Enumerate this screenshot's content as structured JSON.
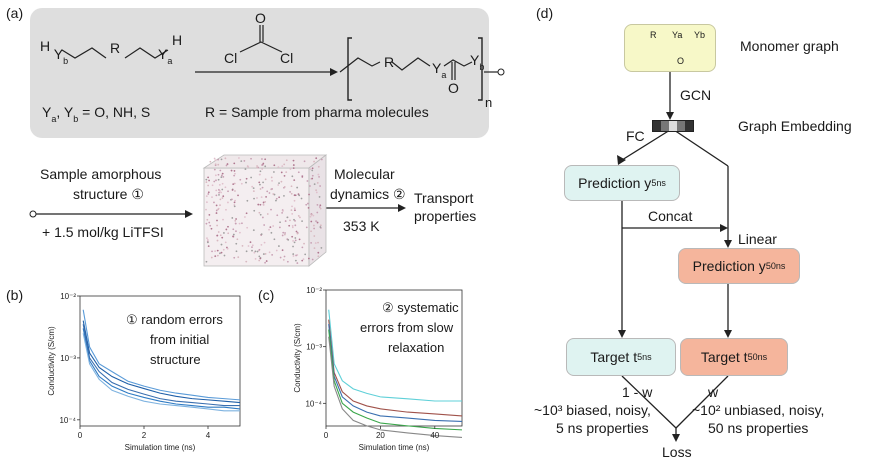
{
  "panels": {
    "a": "(a)",
    "b": "(b)",
    "c": "(c)",
    "d": "(d)"
  },
  "reaction": {
    "monomer_left": "H Y  R  Y H",
    "y_def": "Ya, Yb = O, NH, S",
    "r_def": "R = Sample from pharma molecules",
    "reagent_cl1": "Cl",
    "reagent_cl2": "Cl",
    "reagent_o": "O",
    "n": "n"
  },
  "workflow": {
    "sample_line1": "Sample amorphous",
    "sample_line2": "structure ①",
    "litfsi": "+ 1.5 mol/kg LiTFSI",
    "md_line1": "Molecular",
    "md_line2": "dynamics ②",
    "temperature": "353 K",
    "transport_line1": "Transport",
    "transport_line2": "properties"
  },
  "chart_data": [
    {
      "type": "line",
      "panel": "(b)",
      "annotation_line1": "① random errors",
      "annotation_line2": "from initial",
      "annotation_line3": "structure",
      "xlabel": "Simulation time (ns)",
      "ylabel": "Conductivity (S/cm)",
      "x_ticks": [
        "0",
        "2",
        "4"
      ],
      "y_ticks": [
        "10⁻²",
        "10⁻³",
        "10⁻⁴"
      ],
      "xlim": [
        0,
        5
      ],
      "ylim_log10": [
        -4.1,
        -2
      ],
      "colors": [
        "#1f5fa8",
        "#2f7bc4",
        "#5a9bd8",
        "#7fb3e0",
        "#3a6fb0"
      ],
      "series": [
        {
          "x": [
            0.1,
            0.3,
            0.6,
            1,
            1.5,
            2,
            2.5,
            3,
            3.5,
            4,
            4.5,
            5
          ],
          "y": [
            0.004,
            0.0012,
            0.0007,
            0.0005,
            0.00038,
            0.00032,
            0.00027,
            0.00024,
            0.00022,
            0.00021,
            0.0002,
            0.00019
          ]
        },
        {
          "x": [
            0.1,
            0.3,
            0.6,
            1,
            1.5,
            2,
            2.5,
            3,
            3.5,
            4,
            4.5,
            5
          ],
          "y": [
            0.003,
            0.0009,
            0.0005,
            0.00035,
            0.00027,
            0.00023,
            0.0002,
            0.00018,
            0.00017,
            0.00016,
            0.00016,
            0.00015
          ]
        },
        {
          "x": [
            0.1,
            0.3,
            0.6,
            1,
            1.5,
            2,
            2.5,
            3,
            3.5,
            4,
            4.5,
            5
          ],
          "y": [
            0.006,
            0.0015,
            0.0008,
            0.0006,
            0.00042,
            0.00035,
            0.0003,
            0.00027,
            0.00025,
            0.00023,
            0.00022,
            0.00021
          ]
        },
        {
          "x": [
            0.1,
            0.3,
            0.6,
            1,
            1.5,
            2,
            2.5,
            3,
            3.5,
            4,
            4.5,
            5
          ],
          "y": [
            0.0025,
            0.0008,
            0.00045,
            0.0003,
            0.00024,
            0.0002,
            0.00018,
            0.00017,
            0.00016,
            0.00015,
            0.00014,
            0.00014
          ]
        },
        {
          "x": [
            0.1,
            0.3,
            0.6,
            1,
            1.5,
            2,
            2.5,
            3,
            3.5,
            4,
            4.5,
            5
          ],
          "y": [
            0.0035,
            0.001,
            0.0006,
            0.0004,
            0.00031,
            0.00026,
            0.00022,
            0.0002,
            0.00019,
            0.00018,
            0.00017,
            0.00017
          ]
        }
      ]
    },
    {
      "type": "line",
      "panel": "(c)",
      "annotation_line1": "② systematic",
      "annotation_line2": "errors from slow",
      "annotation_line3": "relaxation",
      "xlabel": "Simulation time (ns)",
      "ylabel": "Conductivity (S/cm)",
      "x_ticks": [
        "0",
        "20",
        "40"
      ],
      "y_ticks": [
        "10⁻²",
        "10⁻³",
        "10⁻⁴"
      ],
      "xlim": [
        0,
        50
      ],
      "ylim_log10": [
        -4.4,
        -2
      ],
      "colors": [
        "#5fd0d8",
        "#a0524a",
        "#3a6fb0",
        "#3aa64a",
        "#888888"
      ],
      "series": [
        {
          "x": [
            1,
            3,
            6,
            10,
            15,
            20,
            30,
            40,
            50
          ],
          "y": [
            0.0045,
            0.0005,
            0.00025,
            0.00018,
            0.00015,
            0.00013,
            0.00012,
            0.00011,
            0.00011
          ]
        },
        {
          "x": [
            1,
            3,
            6,
            10,
            15,
            20,
            30,
            40,
            50
          ],
          "y": [
            0.003,
            0.00035,
            0.00016,
            0.00011,
            9e-05,
            8e-05,
            7e-05,
            6.5e-05,
            6e-05
          ]
        },
        {
          "x": [
            1,
            3,
            6,
            10,
            15,
            20,
            30,
            40,
            50
          ],
          "y": [
            0.0025,
            0.0003,
            0.00013,
            9e-05,
            7e-05,
            6e-05,
            5.5e-05,
            5e-05,
            4.8e-05
          ]
        },
        {
          "x": [
            1,
            3,
            6,
            10,
            15,
            20,
            30,
            40,
            50
          ],
          "y": [
            0.002,
            0.00025,
            0.0001,
            7e-05,
            5.5e-05,
            4.5e-05,
            4e-05,
            3.6e-05,
            3.4e-05
          ]
        },
        {
          "x": [
            1,
            3,
            6,
            10,
            15,
            20,
            30,
            40,
            50
          ],
          "y": [
            0.0015,
            0.0002,
            8e-05,
            5e-05,
            4e-05,
            3.4e-05,
            3e-05,
            2.7e-05,
            2.5e-05
          ]
        }
      ]
    }
  ],
  "model": {
    "monomer_graph": "Monomer graph",
    "gcn": "GCN",
    "graph_embedding": "Graph Embedding",
    "fc": "FC",
    "prediction_5": "Prediction y",
    "prediction_5_sub": "5ns",
    "concat": "Concat",
    "linear": "Linear",
    "prediction_50": "Prediction y",
    "prediction_50_sub": "50ns",
    "target_5": "Target t",
    "target_5_sub": "5ns",
    "target_50": "Target t",
    "target_50_sub": "50ns",
    "w_left": "1 - w",
    "w_right": "w",
    "left_note_line1": "~10³ biased, noisy,",
    "left_note_line2": "5 ns properties",
    "right_note_line1": "~10² unbiased, noisy,",
    "right_note_line2": "50 ns properties",
    "loss": "Loss",
    "embedding_colors": [
      "#333333",
      "#777777",
      "#dddddd",
      "#777777",
      "#333333"
    ]
  }
}
